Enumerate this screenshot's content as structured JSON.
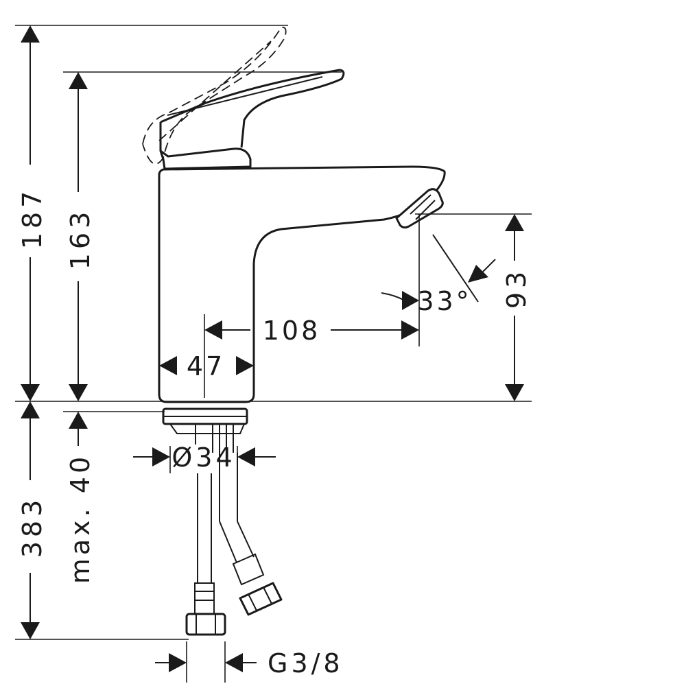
{
  "dimensions": {
    "total_height": "187",
    "lever_height": "163",
    "below_deck_hose_length": "383",
    "max_deck_thickness": "max. 40",
    "spout_height": "93",
    "spout_reach": "108",
    "body_diameter": "47",
    "thread_diameter": "Ø34",
    "spray_angle": "33°",
    "connection_thread": "G3/8"
  }
}
